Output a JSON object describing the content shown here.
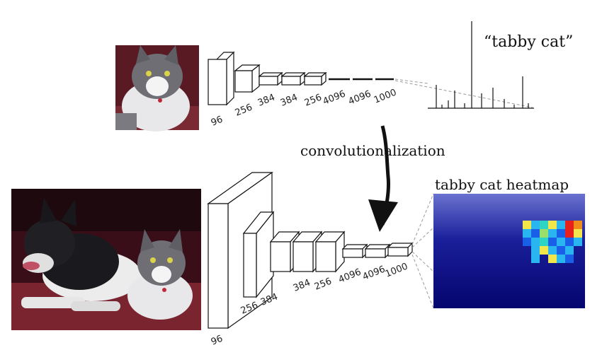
{
  "top_network": {
    "input_photo": "cat",
    "layer_sizes": [
      "96",
      "256",
      "384",
      "384",
      "256",
      "4096",
      "4096",
      "1000"
    ],
    "output_label": "“tabby cat”"
  },
  "transform_label": "convolutionalization",
  "bottom_network": {
    "input_photo": "dog and cat",
    "layer_sizes": [
      "96",
      "256",
      "384",
      "384",
      "256",
      "4096",
      "4096",
      "1000"
    ],
    "output_label": "tabby cat heatmap"
  },
  "colors": {
    "heatmap_background": "#0a0a7a",
    "heatmap_top": "#5a63c8",
    "photo_background": "#6b1f2a"
  },
  "icons": [
    "cat-photo",
    "dog-cat-photo",
    "class-score-bars",
    "heatmap",
    "down-arrow"
  ]
}
